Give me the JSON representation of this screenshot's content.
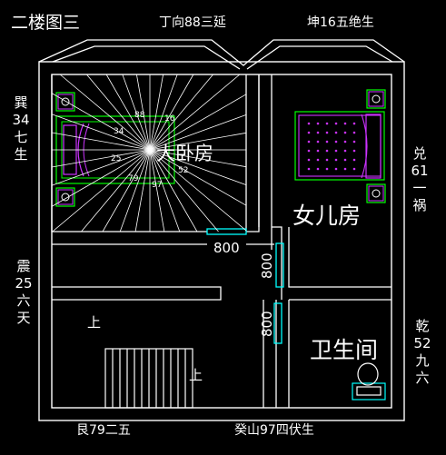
{
  "title": "二楼图三",
  "top_labels": {
    "left": "丁向88三延",
    "right": "坤16五绝生"
  },
  "bottom_labels": {
    "left": "艮79二五",
    "right": "癸山97四伏生"
  },
  "side_labels": {
    "left_top": [
      "巽",
      "34",
      "七",
      "生"
    ],
    "left_bottom": [
      "震",
      "25",
      "六",
      "天"
    ],
    "right_top": [
      "兑",
      "61",
      "一",
      "祸"
    ],
    "right_bottom": [
      "乾",
      "52",
      "九",
      "六"
    ]
  },
  "rooms": {
    "master": "大卧房",
    "daughter": "女儿房",
    "bath": "卫生间"
  },
  "stair_labels": {
    "up1": "上",
    "up2": "上"
  },
  "dimensions": {
    "horizontal": "800",
    "vertical_upper": "800",
    "vertical_lower": "800"
  },
  "compass_numbers": [
    "88",
    "16",
    "34",
    "52",
    "25",
    "79",
    "97"
  ],
  "colors": {
    "wall": "#ffffff",
    "door": "#00ffff",
    "furniture": "#00ff00",
    "bed": "#cc33ff",
    "text": "#ffffff"
  }
}
